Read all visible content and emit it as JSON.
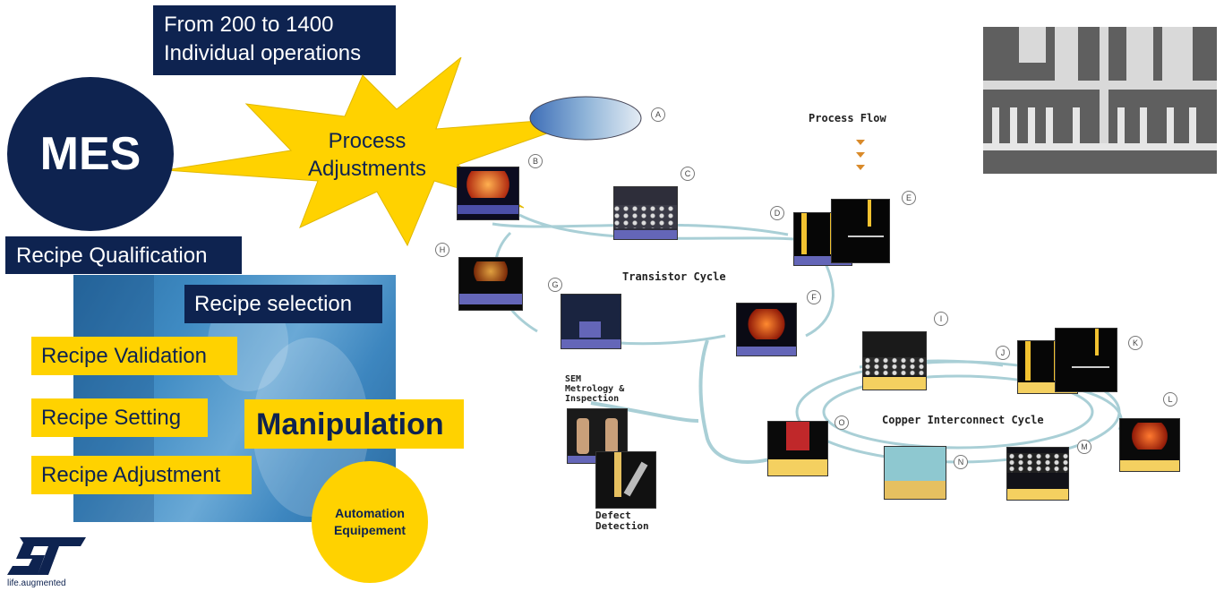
{
  "left_panel": {
    "ops_box": {
      "line1": "From 200 to 1400",
      "line2": "Individual operations"
    },
    "mes": "MES",
    "burst_text": {
      "line1": "Process",
      "line2": "Adjustments"
    },
    "recipe_qualification": "Recipe Qualification",
    "recipe_selection": "Recipe selection",
    "recipe_validation": "Recipe Validation",
    "recipe_setting": "Recipe Setting",
    "recipe_adjustment": "Recipe Adjustment",
    "manipulation": "Manipulation",
    "automation": {
      "line1": "Automation",
      "line2": "Equipement"
    }
  },
  "logo": {
    "brand": "ST",
    "tagline": "life.augmented"
  },
  "process_diagram": {
    "process_flow": "Process Flow",
    "transistor_cycle": "Transistor Cycle",
    "copper_cycle": "Copper Interconnect Cycle",
    "sem_label": {
      "line1": "SEM",
      "line2": "Metrology &",
      "line3": "Inspection"
    },
    "defect_label": {
      "line1": "Defect",
      "line2": "Detection"
    },
    "steps": [
      "A",
      "B",
      "C",
      "D",
      "E",
      "F",
      "G",
      "H",
      "I",
      "J",
      "K",
      "L",
      "M",
      "N",
      "O"
    ]
  },
  "colors": {
    "navy": "#0e2350",
    "yellow": "#ffd200",
    "arrow": "#a9cfd6"
  }
}
